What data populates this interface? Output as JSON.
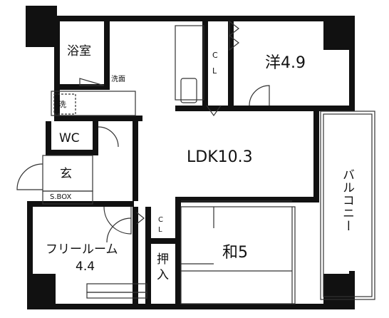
{
  "rooms": {
    "bath": "浴室",
    "washroom": "洗面",
    "washer": "洗",
    "wc": "WC",
    "entrance": "玄",
    "shoebox": "S.BOX",
    "ldk": "LDK10.3",
    "western": "洋4.9",
    "closet_1": "C",
    "closet_1b": "L",
    "closet_2": "C",
    "closet_2b": "L",
    "free_room_1": "フリールーム",
    "free_room_2": "4.4",
    "oshiire_1": "押",
    "oshiire_2": "入",
    "washitsu": "和5",
    "balcony": "バルコニー"
  },
  "colors": {
    "wall": "#111111",
    "line": "#333333",
    "background": "#ffffff"
  }
}
